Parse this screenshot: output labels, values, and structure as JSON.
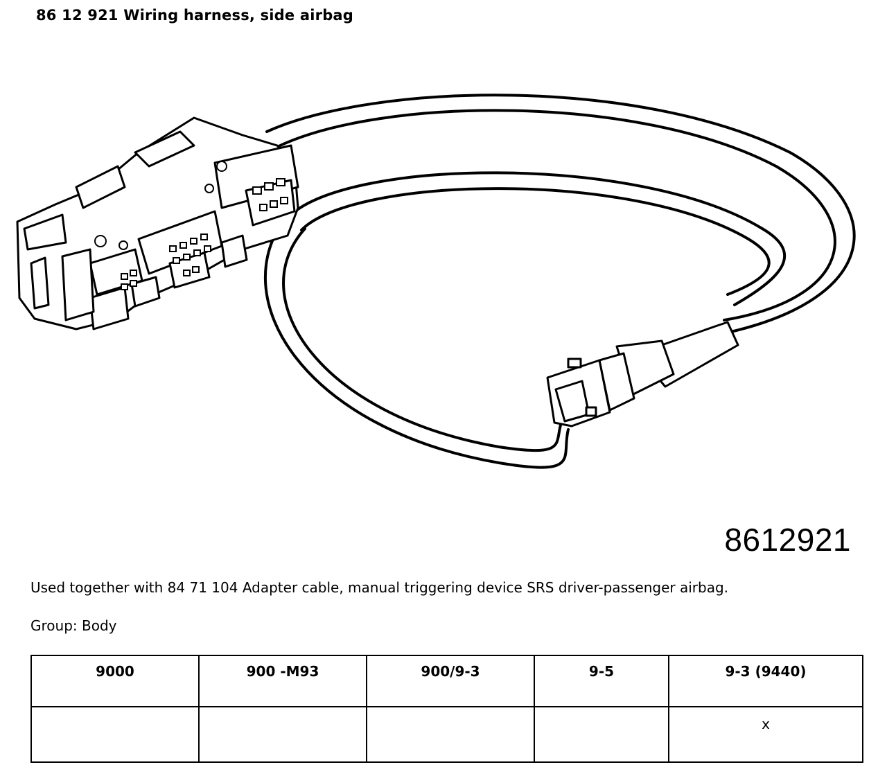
{
  "header": {
    "title": "86 12 921 Wiring harness, side airbag"
  },
  "figure": {
    "part_number": "8612921"
  },
  "description": "Used together with 84 71 104 Adapter cable, manual triggering device SRS driver-passenger airbag.",
  "group": "Group: Body",
  "models_table": {
    "headers": [
      "9000",
      "900 -M93",
      "900/9-3",
      "9-5",
      "9-3 (9440)"
    ],
    "row": [
      "",
      "",
      "",
      "",
      "x"
    ]
  }
}
